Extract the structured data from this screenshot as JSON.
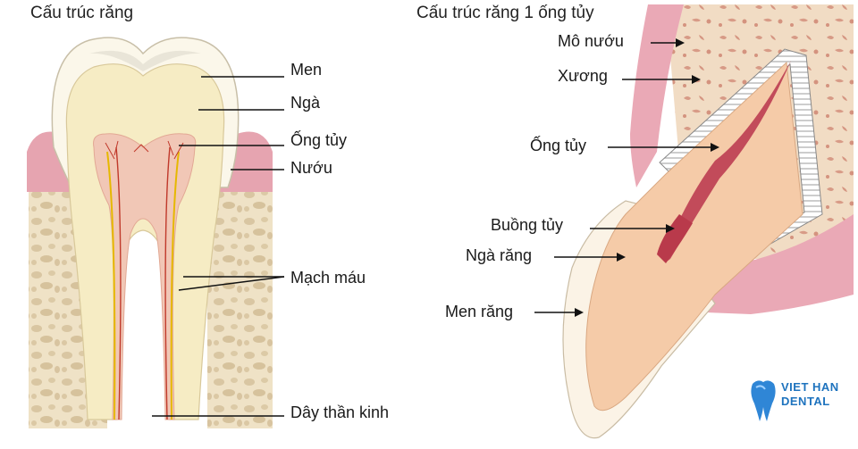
{
  "left_panel": {
    "title": "Cấu trúc răng",
    "labels": {
      "men": "Men",
      "nga": "Ngà",
      "ong_tuy": "Ống tủy",
      "nuou": "Nướu",
      "mach_mau": "Mạch máu",
      "day_than_kinh": "Dây thần kinh"
    }
  },
  "right_panel": {
    "title": "Cấu trúc răng 1 ống tủy",
    "labels": {
      "mo_nuou": "Mô nướu",
      "xuong": "Xương",
      "ong_tuy": "Ống tủy",
      "buong_tuy": "Buồng tủy",
      "nga_rang": "Ngà răng",
      "men_rang": "Men răng"
    }
  },
  "logo": {
    "line1": "VIET HAN",
    "line2": "DENTAL",
    "icon": "tooth-icon",
    "brand_color": "#1e73be"
  },
  "colors": {
    "enamel": "#fbf7ea",
    "dentin": "#f6ecc4",
    "pulp": "#f2c9b8",
    "gum": "#e9a9b4",
    "bone": "#eee0c4",
    "nerve": "#e6b800",
    "vessel": "#c0392b"
  }
}
